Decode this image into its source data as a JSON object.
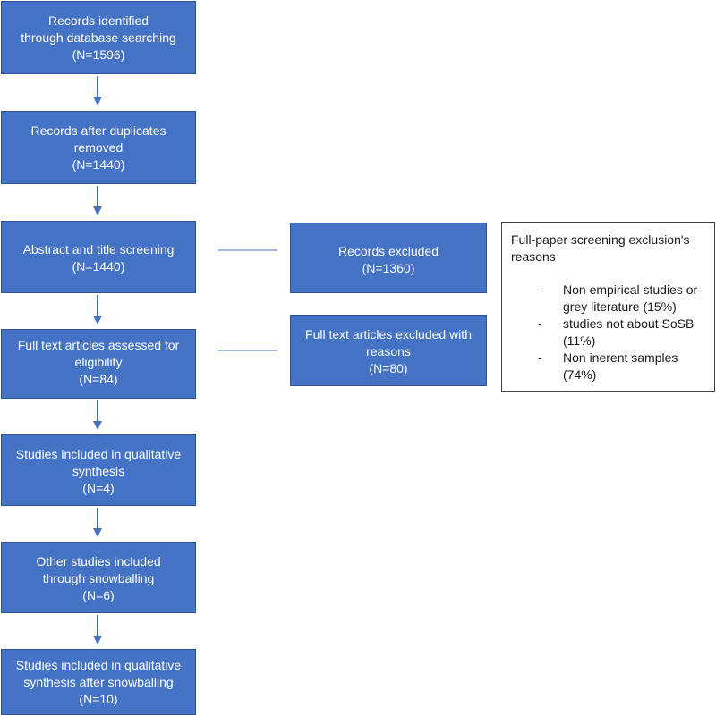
{
  "flow": {
    "boxes": [
      {
        "lines": [
          "Records identified",
          "through database searching",
          "(N=1596)"
        ]
      },
      {
        "lines": [
          "Records after duplicates",
          "removed",
          "(N=1440)"
        ]
      },
      {
        "lines": [
          "Abstract and title screening",
          "(N=1440)"
        ]
      },
      {
        "lines": [
          "Full text articles assessed for",
          "eligibility",
          "(N=84)"
        ]
      },
      {
        "lines": [
          "Studies included in qualitative",
          "synthesis",
          "(N=4)"
        ]
      },
      {
        "lines": [
          "Other studies included",
          "through snowballing",
          "(N=6)"
        ]
      },
      {
        "lines": [
          "Studies included in qualitative",
          "synthesis after snowballing",
          "(N=10)"
        ]
      }
    ]
  },
  "excluded": [
    {
      "lines": [
        "Records excluded",
        "(N=1360)"
      ]
    },
    {
      "lines": [
        "Full text articles excluded with",
        "reasons",
        "(N=80)"
      ]
    }
  ],
  "reasons_note": {
    "title_lines": [
      "Full-paper screening exclusion's",
      "reasons"
    ],
    "items": [
      {
        "dash": "-",
        "lines": [
          "Non empirical studies or",
          "grey literature (15%)"
        ]
      },
      {
        "dash": "-",
        "lines": [
          "studies not about SoSB",
          "(11%)"
        ]
      },
      {
        "dash": "-",
        "lines": [
          "Non inerent samples",
          "(74%)"
        ]
      }
    ]
  },
  "colors": {
    "box_fill": "#4472c4",
    "box_border": "#2f528f",
    "arrow": "#4472c4"
  }
}
